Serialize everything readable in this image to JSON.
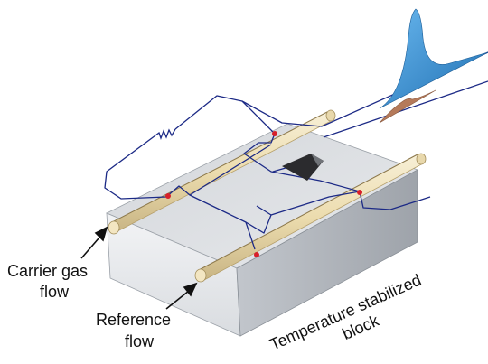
{
  "labels": {
    "carrier_line1": "Carrier gas",
    "carrier_line2": "flow",
    "reference_line1": "Reference",
    "reference_line2": "flow",
    "block_line1": "Temperature stabilized",
    "block_line2": "block"
  },
  "colors": {
    "wire": "#1c2a86",
    "tube": "#efe3bf",
    "tube_dark": "#cbb889",
    "block_top": "#dfe1e4",
    "block_front": "#eceef0",
    "block_side": "#b9bdc3",
    "peak_main": "#2f8fd5",
    "peak_ref": "#b57a5a",
    "junction": "#d8202a",
    "detector": "#2b2b2e"
  },
  "icons": [
    "resistor-icon",
    "detector-meter-icon",
    "arrow-icon"
  ]
}
